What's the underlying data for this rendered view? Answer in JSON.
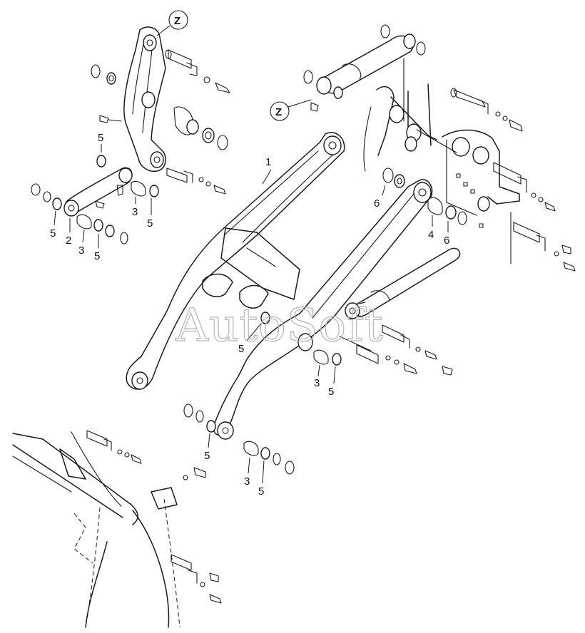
{
  "watermark": "AutoSoft",
  "detail_marker": "Z",
  "callouts": {
    "c1": "1",
    "c2": "2",
    "c3": "3",
    "c4": "4",
    "c5": "5",
    "c6": "6"
  }
}
